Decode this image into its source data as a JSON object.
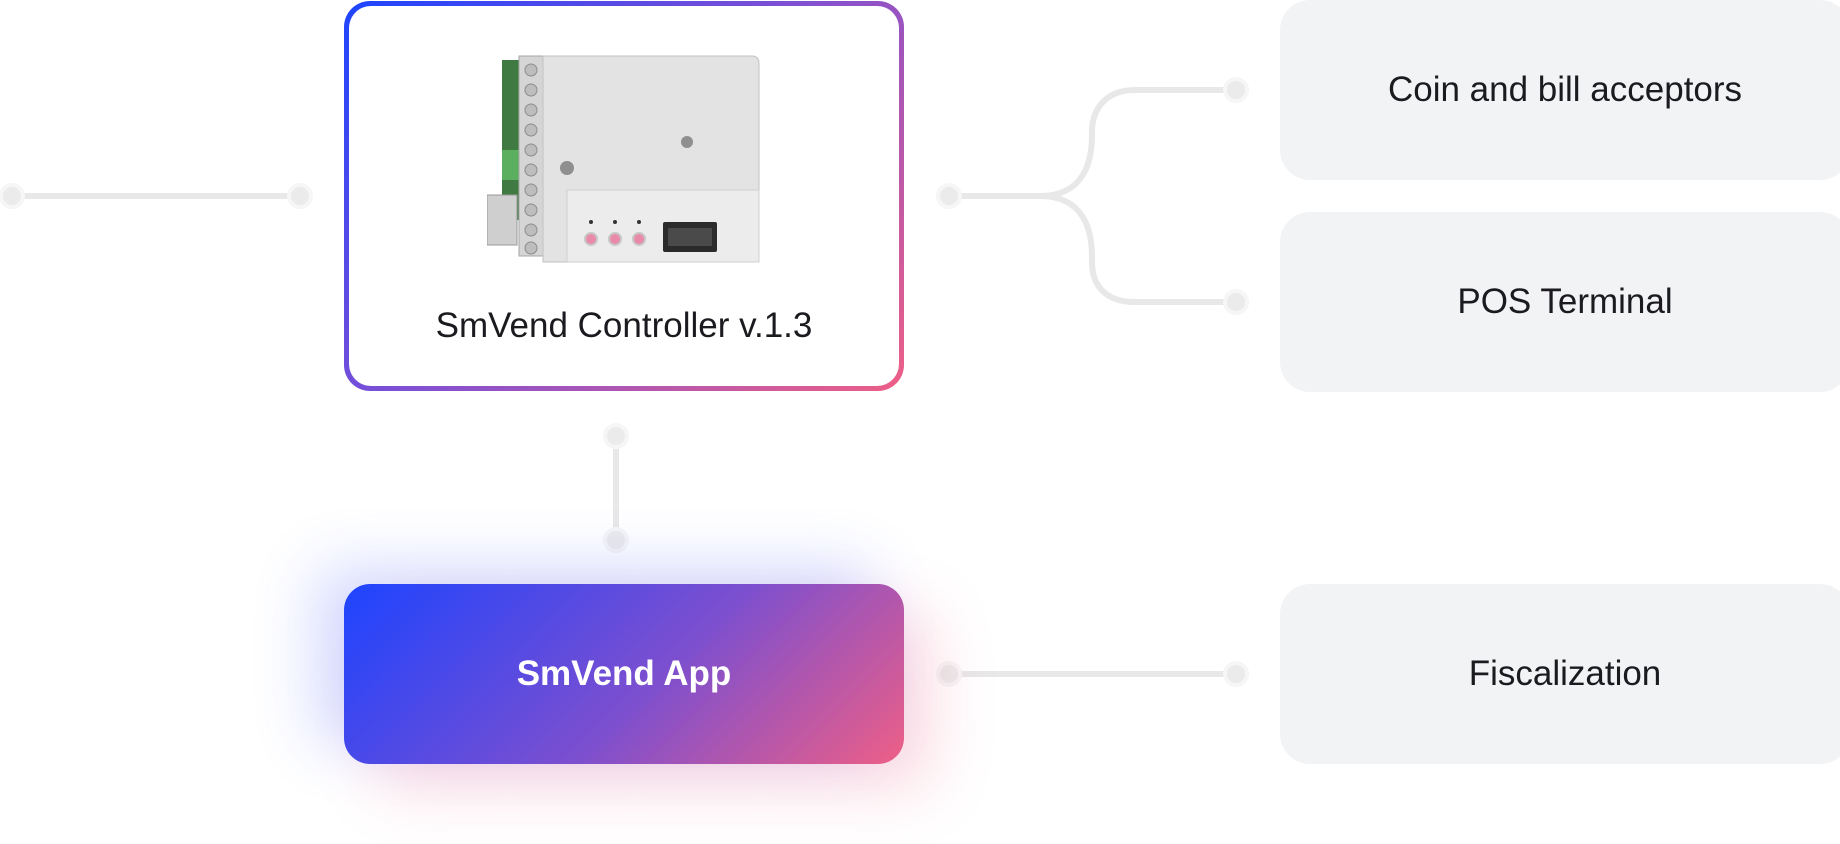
{
  "controller": {
    "title": "SmVend Controller v.1.3"
  },
  "app": {
    "title": "SmVend App"
  },
  "peripherals": {
    "coin": "Coin and bill acceptors",
    "pos": "POS Terminal",
    "fiscal": "Fiscalization"
  },
  "colors": {
    "gradient_start": "#1d44ff",
    "gradient_mid": "#7a4fd6",
    "gradient_end": "#ee5f86",
    "card_gray": "#f2f3f5",
    "wire": "#e8e8e8"
  }
}
